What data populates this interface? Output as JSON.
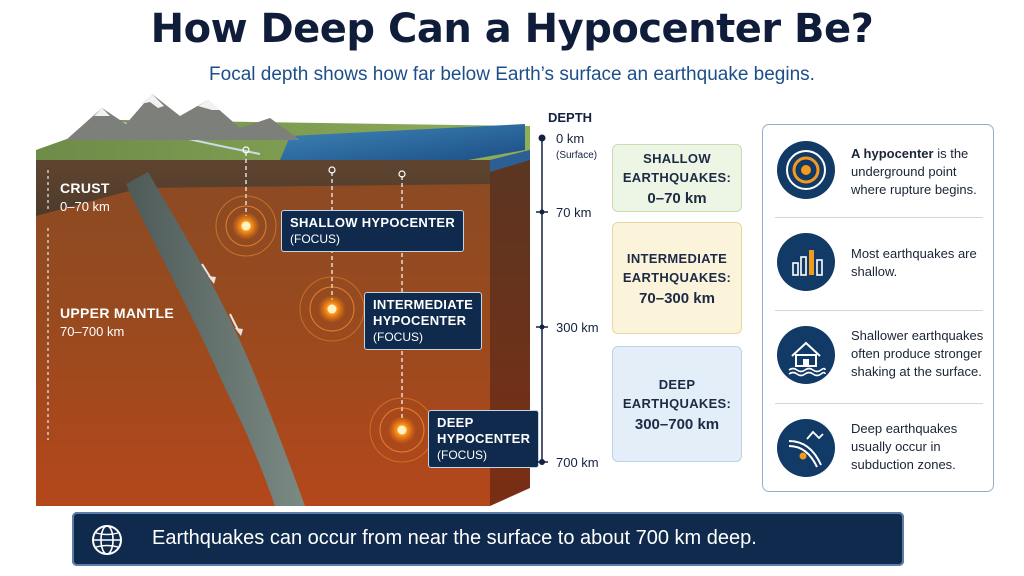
{
  "title": "How Deep Can a Hypocenter Be?",
  "subtitle": "Focal depth shows how far below Earth’s surface an earthquake begins.",
  "layers": {
    "crust": {
      "name": "CRUST",
      "range": "0–70 km"
    },
    "mantle": {
      "name": "UPPER MANTLE",
      "range": "70–700 km"
    }
  },
  "hypocenters": {
    "shallow": {
      "line1": "SHALLOW HYPOCENTER",
      "focus": "(FOCUS)"
    },
    "intermediate": {
      "line1": "INTERMEDIATE",
      "line2": "HYPOCENTER",
      "focus": "(FOCUS)"
    },
    "deep": {
      "line1": "DEEP",
      "line2": "HYPOCENTER",
      "focus": "(FOCUS)"
    }
  },
  "depth_scale": {
    "heading": "DEPTH",
    "surface_value": "0 km",
    "surface_note": "(Surface)",
    "ticks": [
      "70 km",
      "300 km",
      "700 km"
    ]
  },
  "categories": [
    {
      "line1": "SHALLOW",
      "line2": "EARTHQUAKES:",
      "range": "0–70 km",
      "bg": "#edf5e4",
      "border": "#c8dcb3"
    },
    {
      "line1": "INTERMEDIATE",
      "line2": "EARTHQUAKES:",
      "range": "70–300 km",
      "bg": "#fcf3db",
      "border": "#ead79f"
    },
    {
      "line1": "DEEP",
      "line2": "EARTHQUAKES:",
      "range": "300–700 km",
      "bg": "#e4eef9",
      "border": "#bcd1ea"
    }
  ],
  "facts": [
    {
      "icon": "target-icon",
      "bold": "A hypocenter",
      "text": " is the underground point where rupture begins."
    },
    {
      "icon": "bar-chart-icon",
      "bold": "",
      "text": "Most earthquakes are shallow."
    },
    {
      "icon": "house-shaking-icon",
      "bold": "",
      "text": "Shallower earthquakes often produce stronger shaking at the surface."
    },
    {
      "icon": "subduction-icon",
      "bold": "",
      "text": "Deep earthquakes usually occur in subduction zones."
    }
  ],
  "bottom": {
    "icon": "globe-icon",
    "text": "Earthquakes can occur from near the surface to about 700 km deep."
  },
  "colors": {
    "navy": "#0f2a4c",
    "quake": "#ff8a1a",
    "icon_circle": "#123a66",
    "accent_orange": "#f39a1e"
  }
}
